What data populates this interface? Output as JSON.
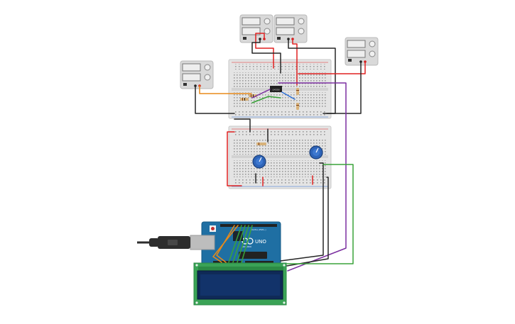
{
  "arduino": {
    "brand_text": "UNO",
    "logo_text": "ARDUINO",
    "header_text": "DIGITAL (PWM~)"
  },
  "ic": {
    "label": "LM358"
  },
  "colors": {
    "breadboard": "#e3e3e3",
    "arduino_board": "#1f6fa3",
    "lcd_board": "#3aa356",
    "lcd_screen": "#0f2a57",
    "power_supply": "#d9d9d9",
    "wire_red": "#e02020",
    "wire_black": "#262626",
    "wire_purple": "#7b2fa0",
    "wire_green": "#3aa33a",
    "wire_orange": "#e88a1a",
    "wire_blue": "#2a6fd6",
    "potentiometer": "#2e64b8"
  },
  "icons": [
    "usb-cable-icon",
    "power-supply-icon",
    "potentiometer-icon",
    "resistor-icon",
    "op-amp-chip-icon",
    "lcd-display-icon",
    "arduino-board-icon",
    "breadboard-icon"
  ]
}
